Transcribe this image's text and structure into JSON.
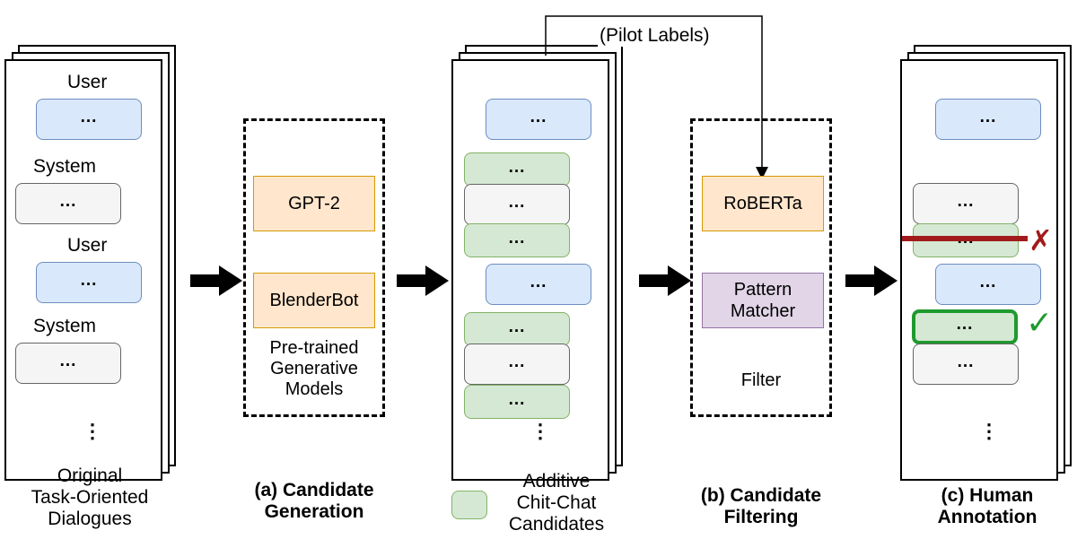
{
  "ellipsis": "...",
  "vdots": "⋮",
  "column_original": {
    "user_label_1": "User",
    "system_label_1": "System",
    "user_label_2": "User",
    "system_label_2": "System",
    "caption": [
      "Original",
      "Task-Oriented",
      "Dialogues"
    ]
  },
  "stage_generation": {
    "models": [
      "GPT-2",
      "BlenderBot"
    ],
    "box_caption": [
      "Pre-trained",
      "Generative",
      "Models"
    ],
    "caption": [
      "(a) Candidate",
      "Generation"
    ]
  },
  "column_candidates": {
    "legend": [
      "Additive",
      "Chit-Chat",
      "Candidates"
    ]
  },
  "feedback_label": "(Pilot Labels)",
  "stage_filtering": {
    "models": [
      "RoBERTa",
      "Pattern Matcher"
    ],
    "box_caption": "Filter",
    "caption": [
      "(b) Candidate",
      "Filtering"
    ]
  },
  "column_annotation": {
    "reject_mark": "✗",
    "accept_mark": "✓",
    "caption": [
      "(c) Human",
      "Annotation"
    ]
  },
  "colors": {
    "user_fill": "#dae8fc",
    "user_stroke": "#6c8ebf",
    "system_fill": "#f5f5f5",
    "system_stroke": "#666666",
    "candidate_fill": "#d5e8d4",
    "candidate_stroke": "#82b366",
    "model_orange_fill": "#ffe6cc",
    "model_orange_stroke": "#d79b00",
    "model_purple_fill": "#e1d5e7",
    "model_purple_stroke": "#9673a6",
    "reject": "#a11b1b",
    "accept": "#1f9a2e"
  }
}
